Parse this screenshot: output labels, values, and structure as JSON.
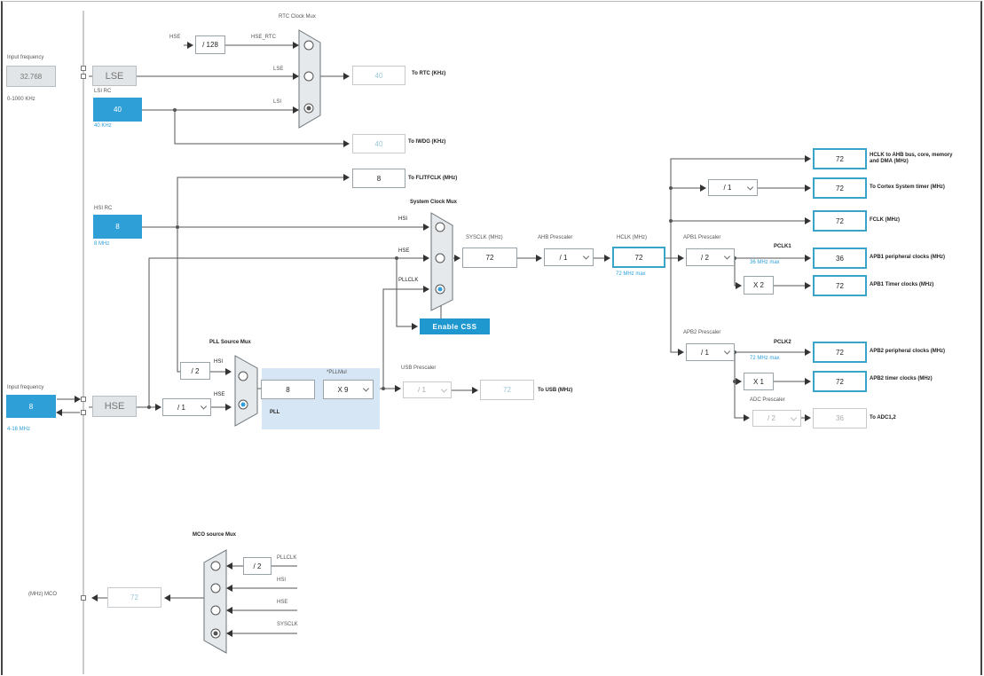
{
  "colors": {
    "blue": "#2f9fd8",
    "selected_border": "#3aa4c8",
    "pll_area": "#d6e6f5"
  },
  "left_inputs": {
    "lse_freq_label": "Input frequency",
    "lse_freq_value": "32.768",
    "lse_range": "0-1000 KHz",
    "hse_freq_label": "Input frequency",
    "hse_freq_value": "8",
    "hse_range": "4-16 MHz"
  },
  "lse": {
    "label": "LSE"
  },
  "lsi": {
    "label": "LSI RC",
    "value": "40",
    "unit": "40 KHz"
  },
  "hsi": {
    "label": "HSI RC",
    "value": "8",
    "unit": "8 MHz"
  },
  "hse": {
    "label": "HSE"
  },
  "rtc_mux": {
    "title": "RTC Clock Mux",
    "in_hse": "HSE",
    "div": "/ 128",
    "in_hse_rtc": "HSE_RTC",
    "in_lse": "LSE",
    "in_lsi": "LSI",
    "out_value": "40",
    "out_label": "To RTC (KHz)"
  },
  "iwdg": {
    "value": "40",
    "label": "To IWDG (KHz)"
  },
  "flitf": {
    "value": "8",
    "label": "To FLITFCLK (MHz)"
  },
  "sys_mux": {
    "title": "System Clock Mux",
    "in_hsi": "HSI",
    "in_hse": "HSE",
    "in_pll": "PLLCLK"
  },
  "enable_css": "Enable CSS",
  "sysclk": {
    "label": "SYSCLK (MHz)",
    "value": "72"
  },
  "ahb": {
    "label": "AHB Prescaler",
    "value": "/ 1"
  },
  "hclk": {
    "label": "HCLK (MHz)",
    "value": "72",
    "max": "72 MHz max"
  },
  "apb1": {
    "label": "APB1 Prescaler",
    "value": "/ 2",
    "pclk": "PCLK1",
    "max": "36 MHz max",
    "timer_mult": "X 2"
  },
  "apb2": {
    "label": "APB2 Prescaler",
    "value": "/ 1",
    "pclk": "PCLK2",
    "max": "72 MHz max",
    "timer_mult": "X 1"
  },
  "cortex_div": "/ 1",
  "adc": {
    "label": "ADC Prescaler",
    "value": "/ 2",
    "out_value": "36",
    "out_label": "To ADC1,2"
  },
  "outputs": [
    {
      "value": "72",
      "label": "HCLK to AHB bus, core, memory and DMA (MHz)"
    },
    {
      "value": "72",
      "label": "To Cortex System timer (MHz)"
    },
    {
      "value": "72",
      "label": "FCLK (MHz)"
    },
    {
      "value": "36",
      "label": "APB1 peripheral clocks (MHz)"
    },
    {
      "value": "72",
      "label": "APB1 Timer clocks (MHz)"
    },
    {
      "value": "72",
      "label": "APB2 peripheral clocks (MHz)"
    },
    {
      "value": "72",
      "label": "APB2 timer clocks (MHz)"
    }
  ],
  "pll_src_mux": {
    "title": "PLL Source Mux",
    "div": "/ 2",
    "in_hsi": "HSI",
    "in_hse": "HSE"
  },
  "hse_div": "/ 1",
  "pll": {
    "label": "PLL",
    "input_value": "8",
    "mul_label": "*PLLMul",
    "mul_value": "X 9"
  },
  "usb": {
    "label": "USB Prescaler",
    "value": "/ 1",
    "out_value": "72",
    "out_label": "To USB (MHz)"
  },
  "mco": {
    "title": "MCO source Mux",
    "div": "/ 2",
    "in_pll": "PLLCLK",
    "in_hsi": "HSI",
    "in_hse": "HSE",
    "in_sys": "SYSCLK",
    "out_value": "72",
    "out_label": "(MHz) MCO"
  }
}
